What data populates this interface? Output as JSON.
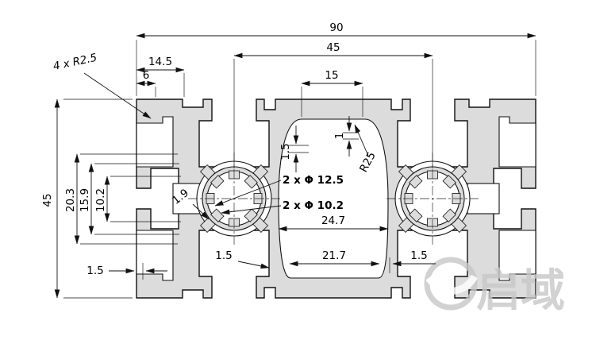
{
  "drawing": {
    "dims": {
      "width_overall": "90",
      "width_half": "45",
      "d14_5": "14.5",
      "d6": "6",
      "corner_note": "4 x R2.5",
      "d15": "15",
      "height_overall": "45",
      "d20_3": "20.3",
      "d15_9": "15.9",
      "d10_2": "10.2",
      "wall_left_1_5": "1.5",
      "wall_top_1_5": "1.5",
      "wall_1": "1",
      "bore_major_note": "2 x Φ 12.5",
      "cavity_radius_note": "R25",
      "bore_minor_note": "2 x Φ 10.2",
      "web_1_9": "1.9",
      "d24_7": "24.7",
      "d21_7": "21.7",
      "wall_bottom_mid_1_5": "1.5",
      "wall_bottom_right_1_5": "1.5"
    },
    "watermark": {
      "text": "启域"
    },
    "colors": {
      "profile_fill": "#dcdcdc",
      "line": "#111111",
      "watermark": "#c7c7c7"
    }
  }
}
